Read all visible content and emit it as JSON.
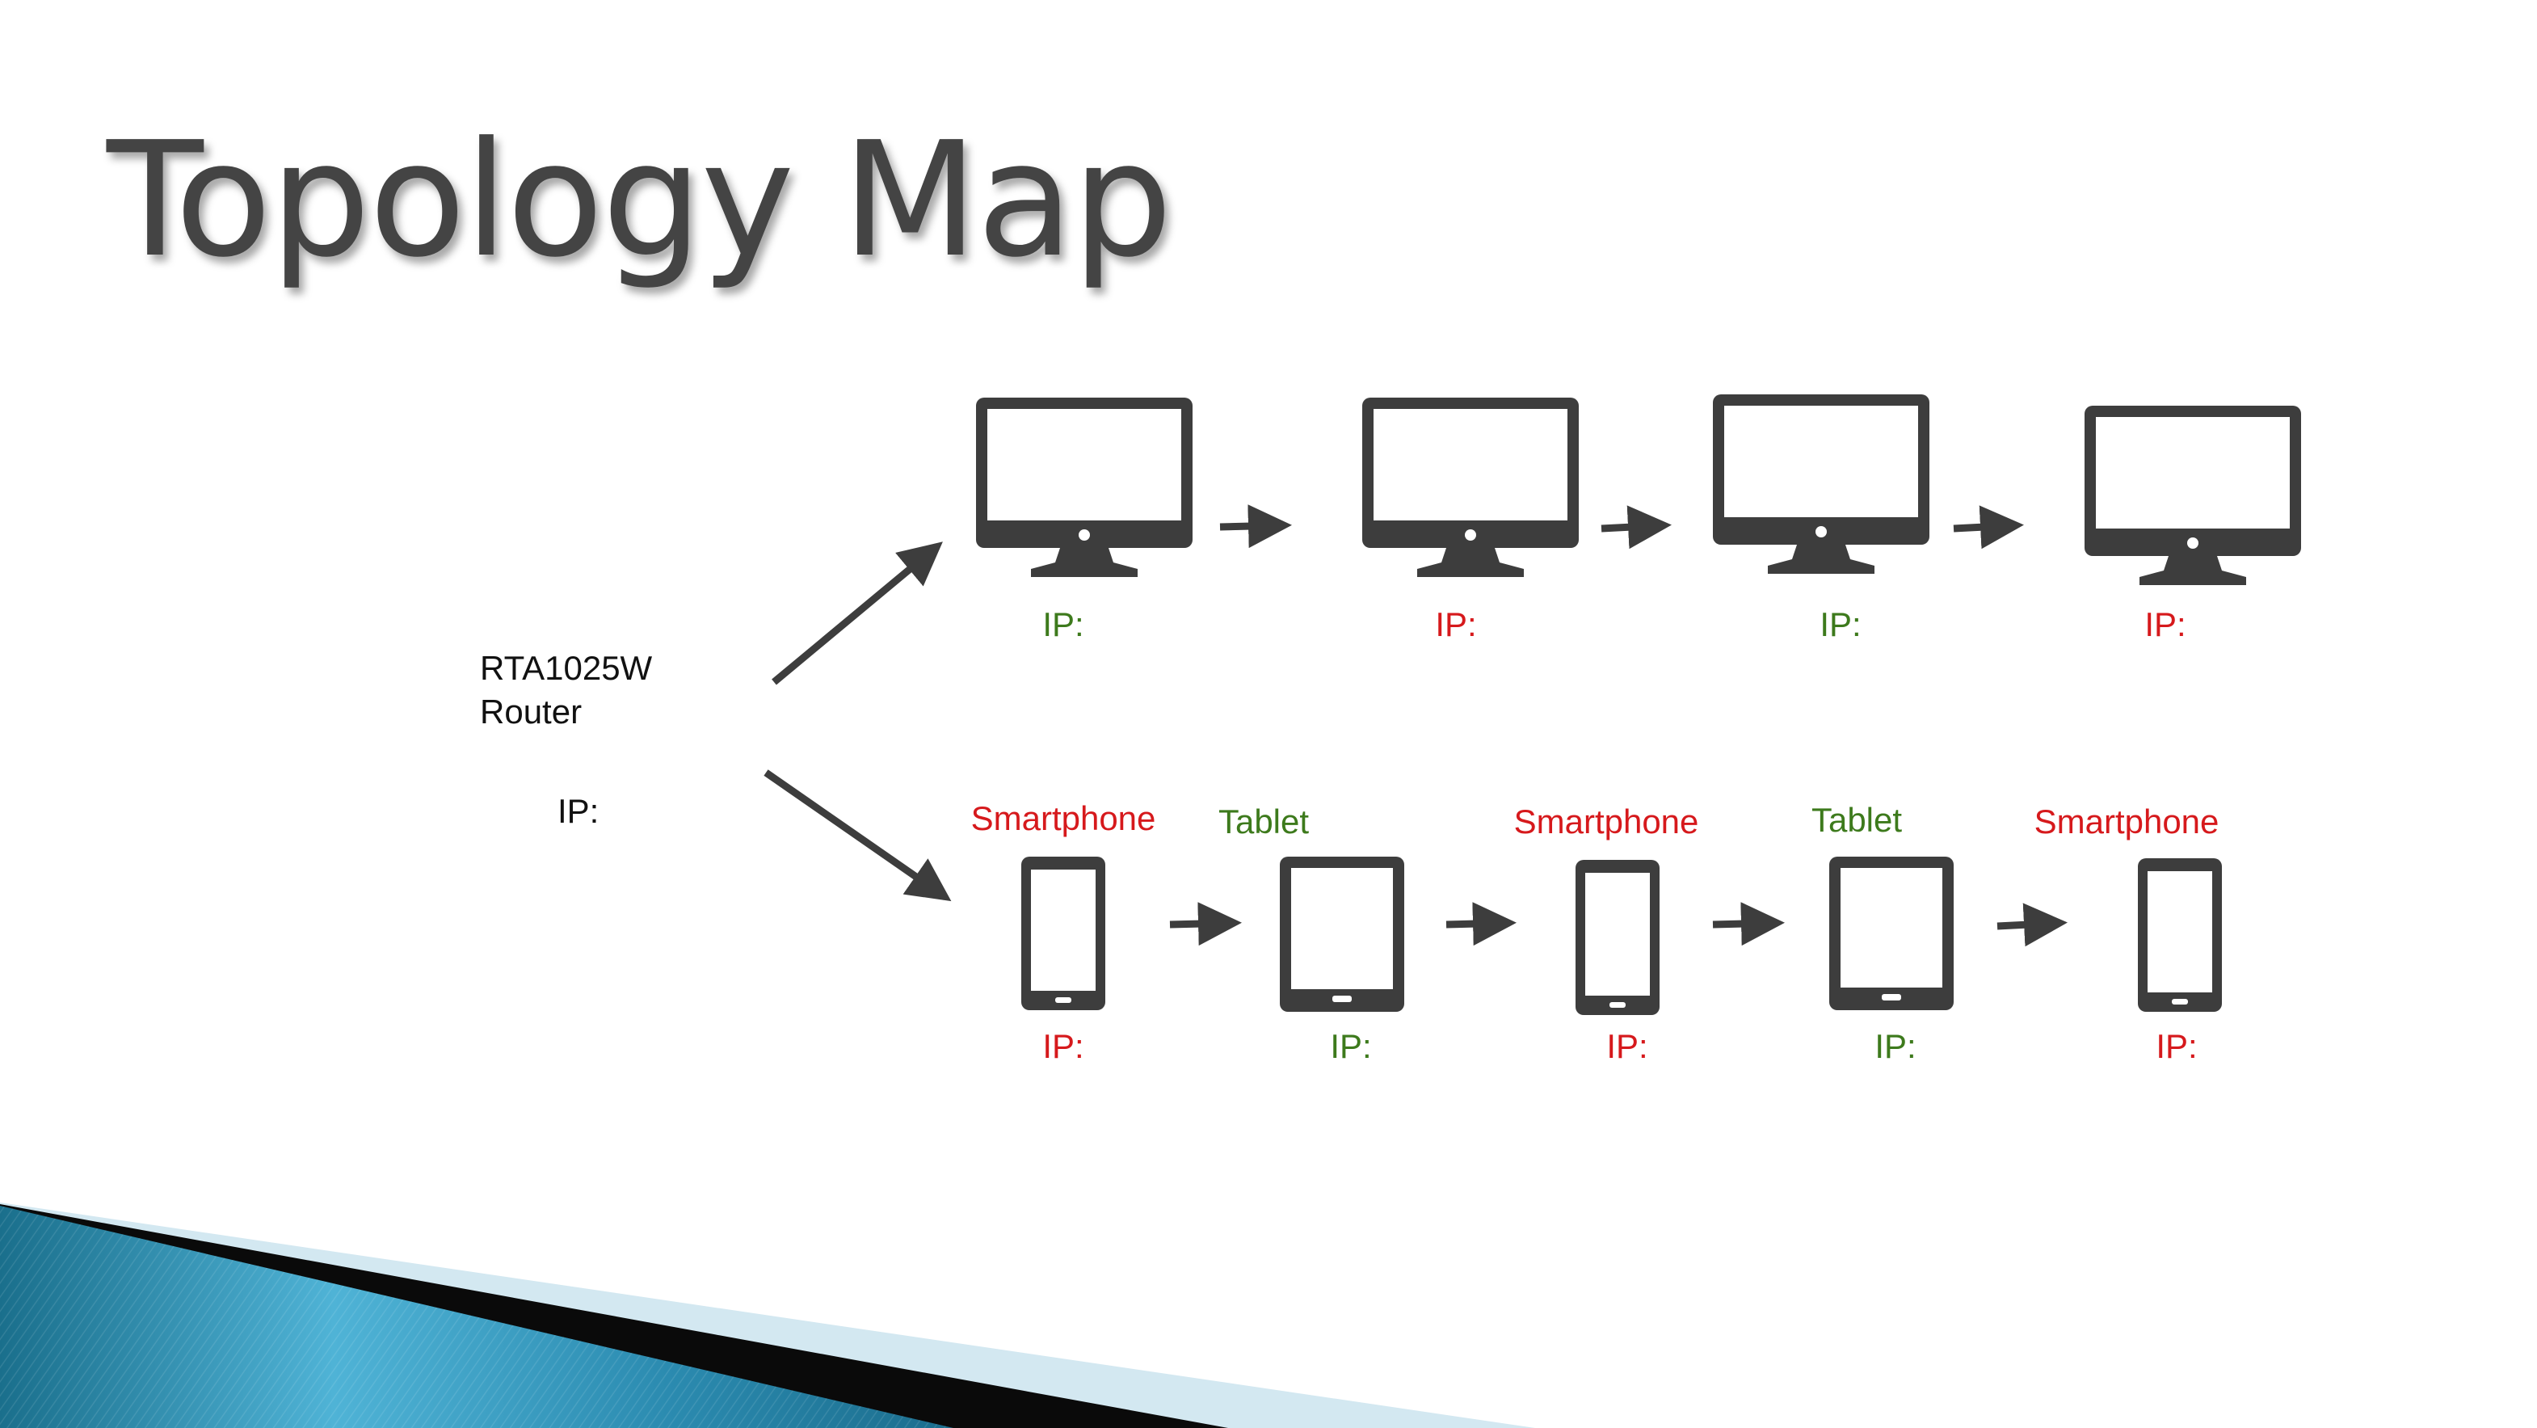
{
  "title": "Topology Map",
  "colors": {
    "red": "#d6191c",
    "green": "#3d7a1c",
    "icon": "#3d3d3d",
    "text": "#111111"
  },
  "router": {
    "name_line1": "RTA1025W",
    "name_line2": "Router",
    "ip_label": "IP:"
  },
  "computers": [
    {
      "icon": "monitor-icon",
      "ip_label": "IP:",
      "ip_color": "green"
    },
    {
      "icon": "monitor-icon",
      "ip_label": "IP:",
      "ip_color": "red"
    },
    {
      "icon": "monitor-icon",
      "ip_label": "IP:",
      "ip_color": "green"
    },
    {
      "icon": "monitor-icon",
      "ip_label": "IP:",
      "ip_color": "red"
    }
  ],
  "mobiles": [
    {
      "label": "Smartphone",
      "label_color": "red",
      "icon": "smartphone-icon",
      "ip_label": "IP:",
      "ip_color": "red"
    },
    {
      "label": "Tablet",
      "label_color": "green",
      "icon": "tablet-icon",
      "ip_label": "IP:",
      "ip_color": "green"
    },
    {
      "label": "Smartphone",
      "label_color": "red",
      "icon": "smartphone-icon",
      "ip_label": "IP:",
      "ip_color": "red"
    },
    {
      "label": "Tablet",
      "label_color": "green",
      "icon": "tablet-icon",
      "ip_label": "IP:",
      "ip_color": "green"
    },
    {
      "label": "Smartphone",
      "label_color": "red",
      "icon": "smartphone-icon",
      "ip_label": "IP:",
      "ip_color": "red"
    }
  ]
}
